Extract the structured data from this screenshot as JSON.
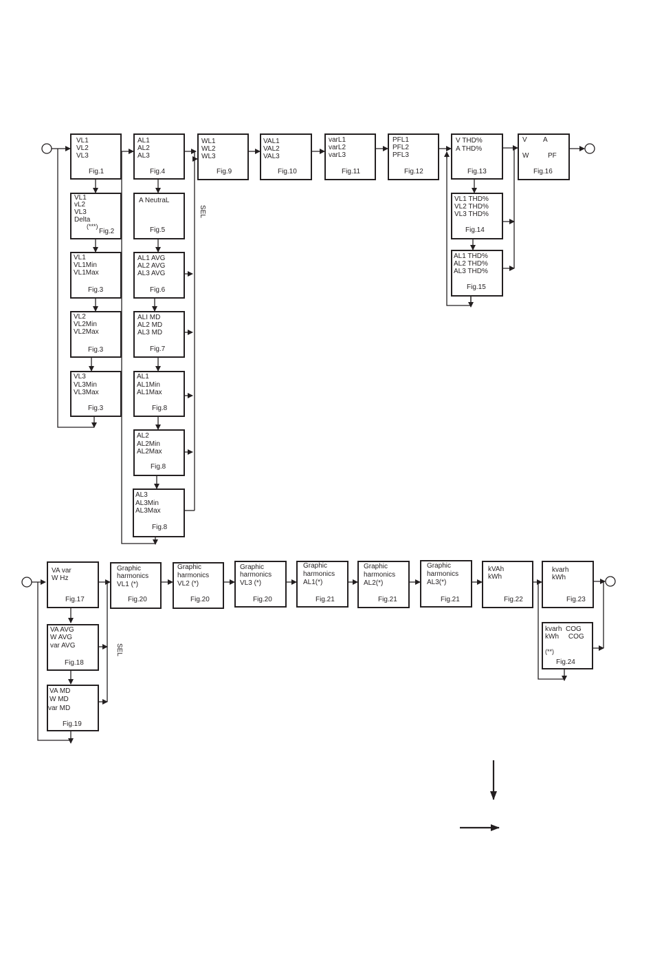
{
  "diagram": {
    "sel_label": "SEL",
    "boxes": {
      "fig1": {
        "lines": [
          "VL1",
          "VL2",
          "VL3"
        ],
        "fig": "Fig.1"
      },
      "fig2": {
        "lines": [
          "VL1",
          "vL2",
          "VL3",
          "Delta",
          "(***)"
        ],
        "fig": "Fig.2"
      },
      "fig3a": {
        "lines": [
          "VL1",
          "VL1Min",
          "VL1Max"
        ],
        "fig": "Fig.3"
      },
      "fig3b": {
        "lines": [
          "VL2",
          "VL2Min",
          "VL2Max"
        ],
        "fig": "Fig.3"
      },
      "fig3c": {
        "lines": [
          "VL3",
          "VL3Min",
          "VL3Max"
        ],
        "fig": "Fig.3"
      },
      "fig4": {
        "lines": [
          "AL1",
          "AL2",
          "AL3"
        ],
        "fig": "Fig.4"
      },
      "fig5": {
        "lines": [
          "A NeutraL"
        ],
        "fig": "Fig.5"
      },
      "fig6": {
        "lines": [
          "AL1 AVG",
          "AL2 AVG",
          "AL3 AVG"
        ],
        "fig": "Fig.6"
      },
      "fig7": {
        "lines": [
          "ALI MD",
          "AL2 MD",
          "AL3 MD"
        ],
        "fig": "Fig.7"
      },
      "fig8a": {
        "lines": [
          "AL1",
          "AL1Min",
          "AL1Max"
        ],
        "fig": "Fig.8"
      },
      "fig8b": {
        "lines": [
          "AL2",
          "AL2Min",
          "AL2Max"
        ],
        "fig": "Fig.8"
      },
      "fig8c": {
        "lines": [
          "AL3",
          "AL3Min",
          "AL3Max"
        ],
        "fig": "Fig.8"
      },
      "fig9": {
        "lines": [
          "WL1",
          "WL2",
          "WL3"
        ],
        "fig": "Fig.9"
      },
      "fig10": {
        "lines": [
          "VAL1",
          "VAL2",
          "VAL3"
        ],
        "fig": "Fig.10"
      },
      "fig11": {
        "lines": [
          "varL1",
          "varL2",
          "varL3"
        ],
        "fig": "Fig.11"
      },
      "fig12": {
        "lines": [
          "PFL1",
          "PFL2",
          "PFL3"
        ],
        "fig": "Fig.12"
      },
      "fig13": {
        "lines": [
          "V THD%",
          "A  THD%"
        ],
        "fig": "Fig.13"
      },
      "fig14": {
        "lines": [
          "VL1 THD%",
          "VL2 THD%",
          "VL3 THD%"
        ],
        "fig": "Fig.14"
      },
      "fig15": {
        "lines": [
          "AL1 THD%",
          "AL2 THD%",
          "AL3 THD%"
        ],
        "fig": "Fig.15"
      },
      "fig16": {
        "lines": [
          "V",
          "A",
          "W",
          "PF"
        ],
        "fig": "Fig.16"
      },
      "fig17": {
        "lines": [
          "VA  var",
          "W  Hz"
        ],
        "fig": "Fig.17"
      },
      "fig18": {
        "lines": [
          "VA AVG",
          "W AVG",
          "var AVG"
        ],
        "fig": "Fig.18"
      },
      "fig19": {
        "lines": [
          "VA MD",
          "W  MD",
          "var MD"
        ],
        "fig": "Fig.19"
      },
      "fig20a": {
        "lines": [
          "Graphic",
          "harmonics",
          "VL1 (*)"
        ],
        "fig": "Fig.20"
      },
      "fig20b": {
        "lines": [
          "Graphic",
          "harmonics",
          "VL2 (*)"
        ],
        "fig": "Fig.20"
      },
      "fig20c": {
        "lines": [
          "Graphic",
          "harmonics",
          "VL3 (*)"
        ],
        "fig": "Fig.20"
      },
      "fig21a": {
        "lines": [
          "Graphic",
          "harmonics",
          "AL1(*)"
        ],
        "fig": "Fig.21"
      },
      "fig21b": {
        "lines": [
          "Graphic",
          "harmonics",
          "AL2(*)"
        ],
        "fig": "Fig.21"
      },
      "fig21c": {
        "lines": [
          "Graphic",
          "harmonics",
          "AL3(*)"
        ],
        "fig": "Fig.21"
      },
      "fig22": {
        "lines": [
          "kVAh",
          "kWh"
        ],
        "fig": "Fig.22"
      },
      "fig23": {
        "lines": [
          "kvarh",
          "kWh"
        ],
        "fig": "Fig.23"
      },
      "fig24": {
        "lines": [
          "kvarh  COG",
          "kWh     COG",
          "(**)"
        ],
        "fig": "Fig.24"
      }
    }
  }
}
